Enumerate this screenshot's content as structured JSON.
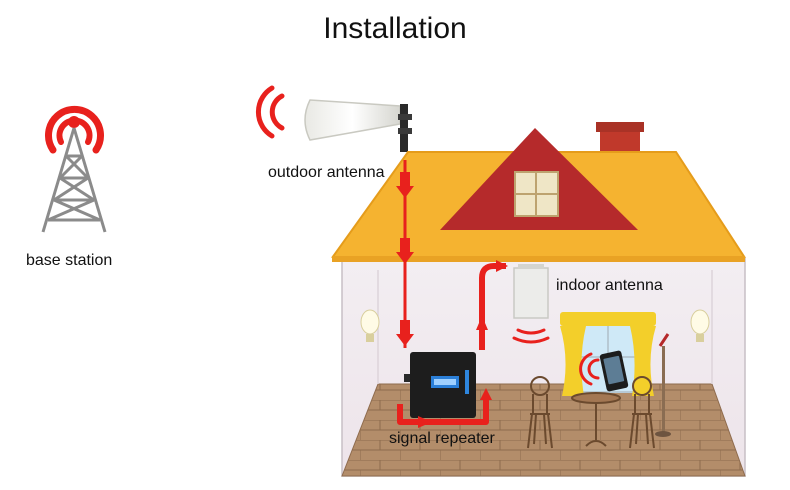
{
  "title": "Installation",
  "labels": {
    "base_station": "base station",
    "outdoor_antenna": "outdoor antenna",
    "indoor_antenna": "indoor antenna",
    "signal_repeater": "signal repeater"
  },
  "colors": {
    "signal_red": "#e8211d",
    "roof": "#f5b330",
    "roof_gable": "#b52a2b",
    "chimney": "#c0392b",
    "wall": "#f6f0f4",
    "floor": "#b08a67",
    "repeater": "#1d1d1d",
    "curtain": "#f3cf2a"
  }
}
